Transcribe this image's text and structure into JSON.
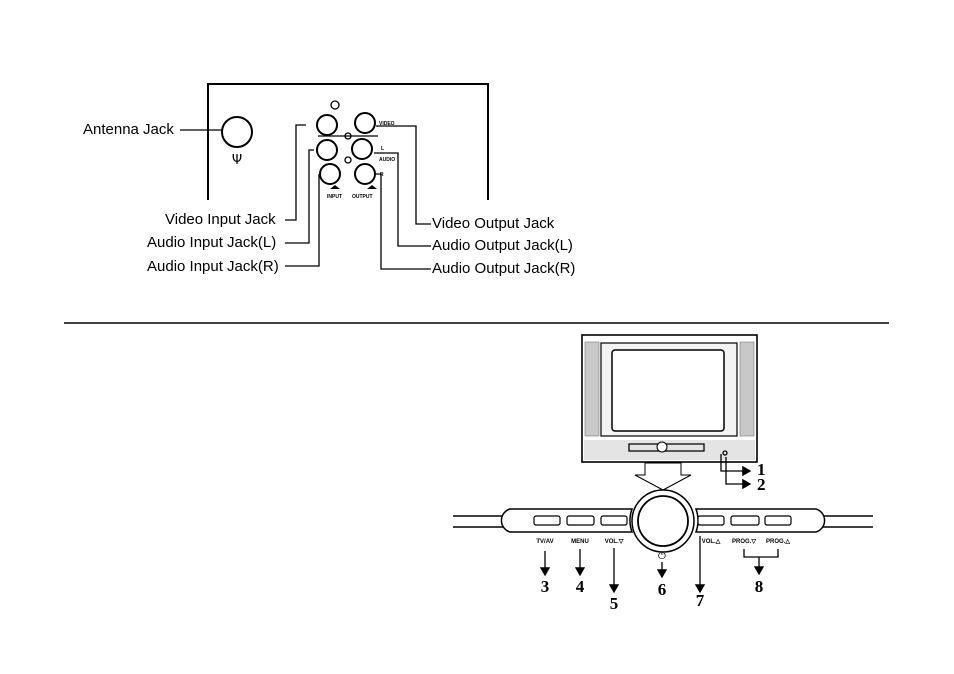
{
  "back_panel": {
    "antenna_label": "Antenna Jack",
    "antenna_symbol": "Ψ",
    "panel_labels": {
      "video": "VIDEO",
      "left": "L",
      "audio": "AUDIO",
      "right": "R",
      "input": "INPUT",
      "output": "OUTPUT"
    },
    "callouts_left": [
      "Video Input Jack",
      "Audio Input Jack(L)",
      "Audio Input Jack(R)"
    ],
    "callouts_right": [
      "Video Output Jack",
      "Audio Output Jack(L)",
      "Audio Output Jack(R)"
    ]
  },
  "front_panel": {
    "buttons": [
      "TV/AV",
      "MENU",
      "VOL.▽",
      "VOL.△",
      "PROG.▽",
      "PROG.△"
    ],
    "power_symbol": "⏻",
    "numbers": [
      "1",
      "2",
      "3",
      "4",
      "5",
      "6",
      "7",
      "8"
    ]
  }
}
